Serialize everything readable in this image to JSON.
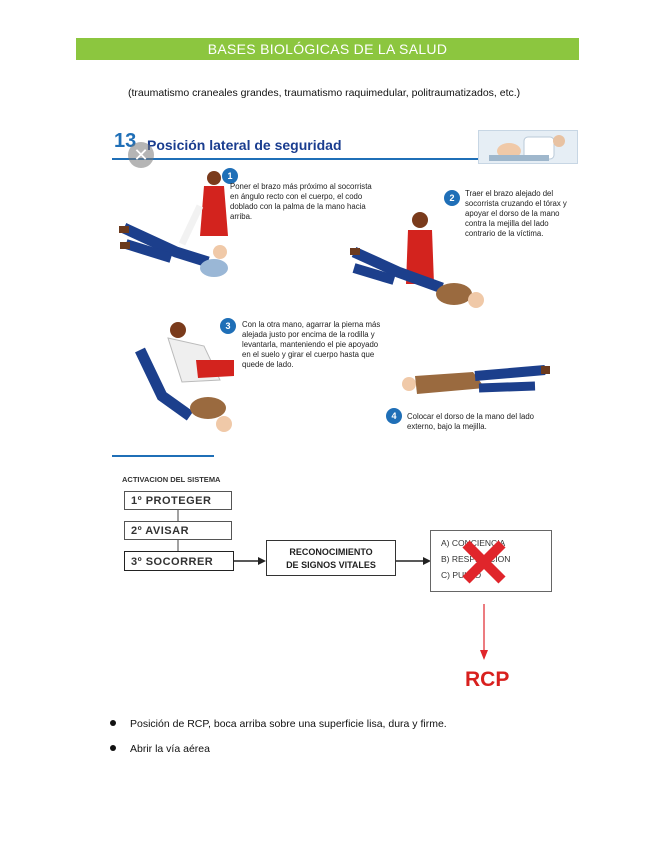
{
  "header": {
    "title": "BASES BIOLÓGICAS DE LA SALUD"
  },
  "intro_text": "(traumatismo craneales grandes, traumatismo raquimedular, politraumatizados, etc.)",
  "figure": {
    "number": "13",
    "title": "Posición lateral de seguridad",
    "steps": [
      {
        "num": "1",
        "text": "Poner el brazo más próximo al socorrista en ángulo recto con el cuerpo, el codo doblado con la palma de la mano hacia arriba."
      },
      {
        "num": "2",
        "text": "Traer el brazo alejado del socorrista cruzando el tórax y apoyar el dorso de la mano contra la mejilla del lado contrario de la víctima."
      },
      {
        "num": "3",
        "text": "Con la otra mano, agarrar la pierna más alejada justo por encima de la rodilla y levantarla, manteniendo el pie apoyado en el suelo y girar el cuerpo hasta que quede de lado."
      },
      {
        "num": "4",
        "text": "Colocar el dorso de la mano del lado externo, bajo la mejilla."
      }
    ]
  },
  "flowchart": {
    "title": "ACTIVACION DEL SISTEMA",
    "steps": [
      "1º PROTEGER",
      "2º AVISAR",
      "3º SOCORRER"
    ],
    "reconocimiento": [
      "RECONOCIMIENTO",
      "DE SIGNOS VITALES"
    ],
    "vitals": [
      "A) CONCIENCIA",
      "B) RESPIRACION",
      "C) PULSO"
    ]
  },
  "rcp_label": "RCP",
  "bullets": [
    "Posición de RCP, boca arriba sobre una superficie lisa, dura y firme.",
    "Abrir la vía aérea"
  ],
  "colors": {
    "header_green": "#8cc63f",
    "accent_blue": "#1f6fb7",
    "cross_red": "#e0252b",
    "rcp_red": "#d8201e"
  }
}
